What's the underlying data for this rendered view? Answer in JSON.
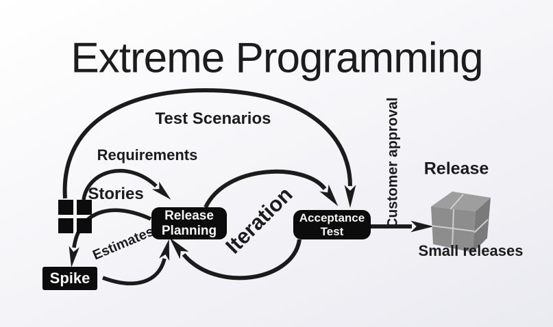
{
  "title": "Extreme Programming",
  "labels": {
    "test_scenarios": "Test Scenarios",
    "requirements": "Requirements",
    "stories": "Stories",
    "estimates": "Estimates",
    "iteration": "Iteration",
    "customer_approval": "Customer approval",
    "release": "Release",
    "small_releases": "Small releases"
  },
  "nodes": {
    "release_planning": {
      "line1": "Release",
      "line2": "Planning"
    },
    "acceptance_test": {
      "line1": "Acceptance",
      "line2": "Test"
    },
    "spike": {
      "label": "Spike"
    }
  },
  "icons": {
    "user_stories": "four-squares-icon",
    "release_package": "cube-icon"
  },
  "colors": {
    "ink": "#1b1b1b",
    "node_background": "#0c0c0c",
    "node_text": "#f8f8f8",
    "cube_top": "#9e9e9e",
    "cube_front": "#8d8d8d",
    "cube_right": "#7a7a7a",
    "background_start": "#ffffff",
    "background_end": "#eaeaf1"
  }
}
